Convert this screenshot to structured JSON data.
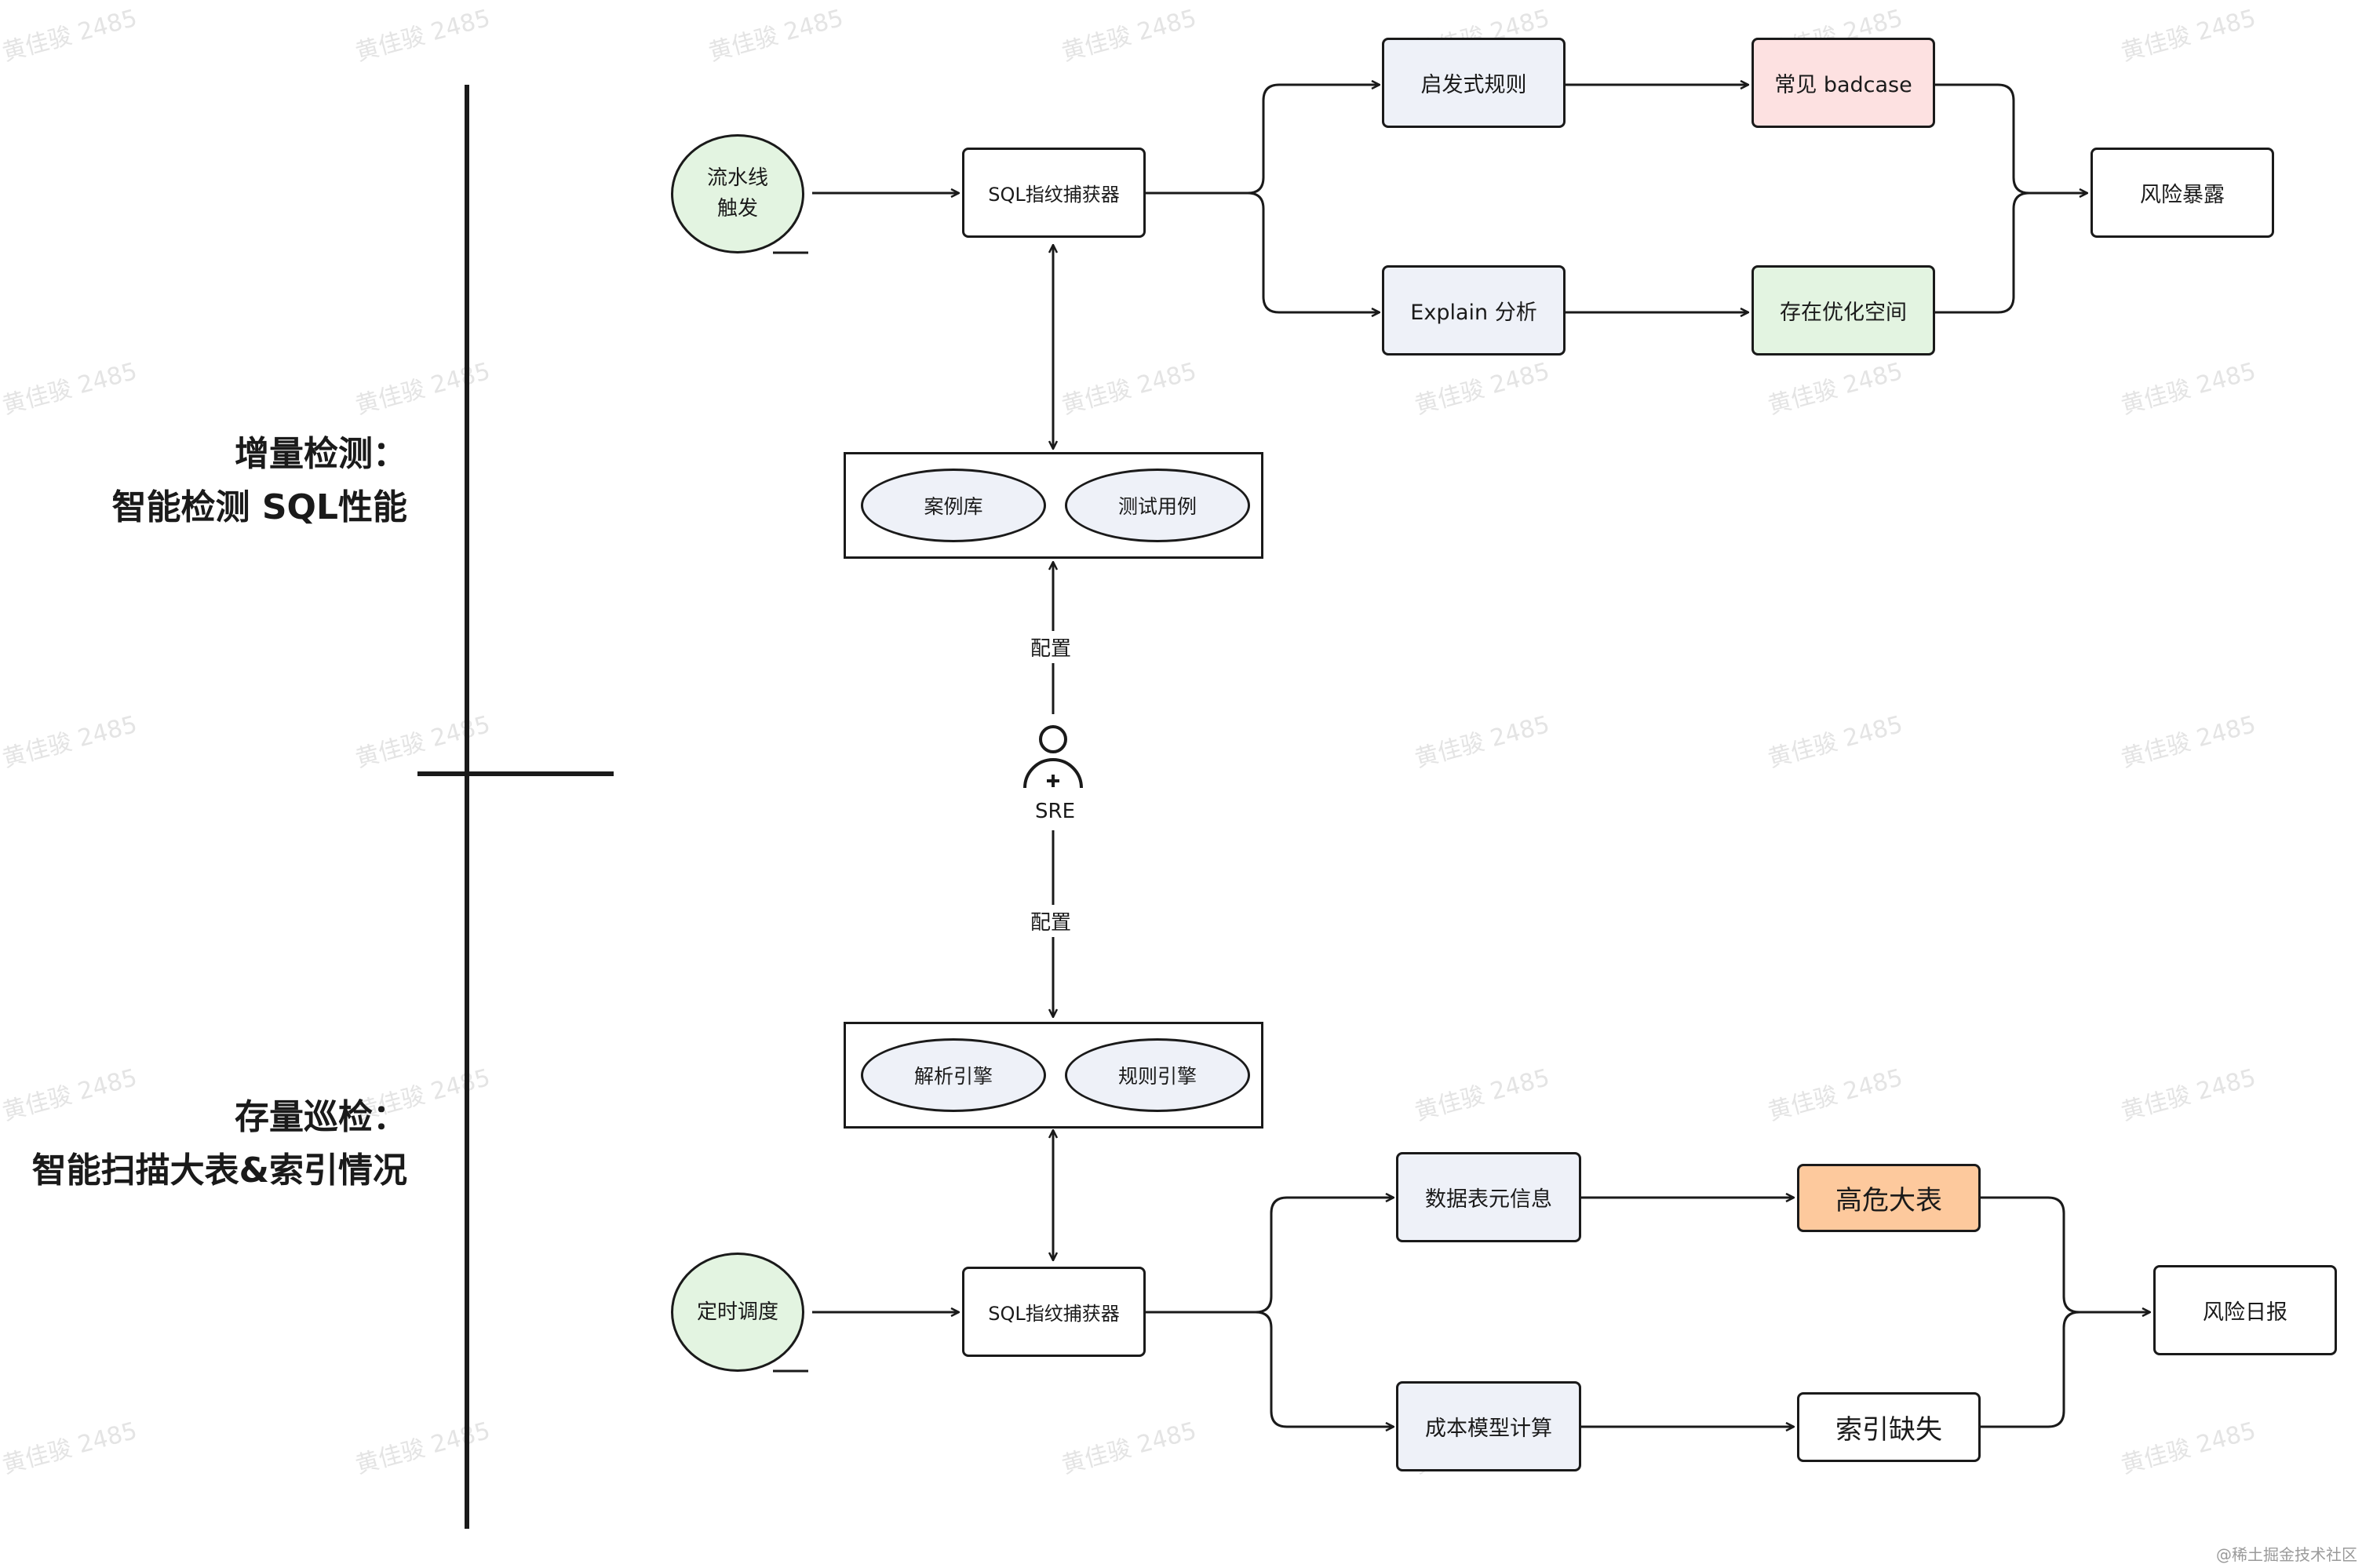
{
  "watermark": "黄佳骏 2485",
  "footer": "@稀土掘金技术社区",
  "sections": {
    "incremental": {
      "line1": "增量检测：",
      "line2": "智能检测 SQL性能"
    },
    "stock": {
      "line1": "存量巡检：",
      "line2": "智能扫描大表&索引情况"
    }
  },
  "top": {
    "trigger": {
      "line1": "流水线",
      "line2": "触发"
    },
    "capturer": "SQL指纹捕获器",
    "heuristic": "启发式规则",
    "explain": "Explain 分析",
    "badcase": "常见 badcase",
    "optimize": "存在优化空间",
    "risk": "风险暴露",
    "case_lib": "案例库",
    "test_case": "测试用例"
  },
  "center": {
    "config_top": "配置",
    "sre": "SRE",
    "config_bottom": "配置"
  },
  "bottom": {
    "schedule": "定时调度",
    "capturer": "SQL指纹捕获器",
    "meta": "数据表元信息",
    "cost": "成本模型计算",
    "big_table": "高危大表",
    "missing_index": "索引缺失",
    "report": "风险日报",
    "parse_engine": "解析引擎",
    "rule_engine": "规则引擎"
  },
  "colors": {
    "line": "#1a1a1a",
    "node_blue": "#eef1f8",
    "node_pink": "#fde1e1",
    "node_green": "#e3f4e1",
    "node_orange": "#fdc99d"
  }
}
